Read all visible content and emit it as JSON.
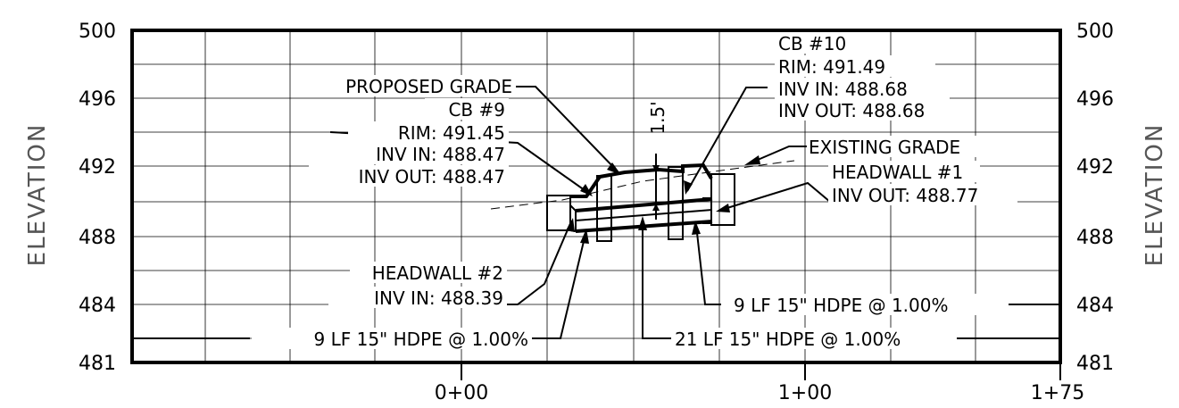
{
  "axis": {
    "side_title_left": "ELEVATION",
    "side_title_right": "ELEVATION",
    "y_ticks_left": [
      "500",
      "496",
      "492",
      "488",
      "484",
      "481"
    ],
    "y_ticks_right": [
      "500",
      "496",
      "492",
      "488",
      "484",
      "481"
    ],
    "x_ticks": [
      "0+00",
      "1+00",
      "1+75"
    ]
  },
  "labels": {
    "proposed_grade": "PROPOSED GRADE",
    "cb9": {
      "title": "CB #9",
      "rim": "RIM:  491.45",
      "inv_in": "INV IN:  488.47",
      "inv_out": "INV OUT:  488.47"
    },
    "cb10": {
      "title": "CB #10",
      "rim": "RIM:  491.49",
      "inv_in": "INV IN:  488.68",
      "inv_out": "INV OUT:  488.68"
    },
    "dim_cover": "1.5'",
    "existing_grade": "EXISTING GRADE",
    "headwall1": {
      "title": "HEADWALL #1",
      "inv_out": "INV OUT:  488.77"
    },
    "headwall2": {
      "title": "HEADWALL #2",
      "inv_in": "INV IN:  488.39"
    },
    "pipe_left": "9 LF 15\" HDPE @ 1.00%",
    "pipe_middle": "21 LF 15\" HDPE @ 1.00%",
    "pipe_right": "9 LF 15\" HDPE @ 1.00%"
  }
}
